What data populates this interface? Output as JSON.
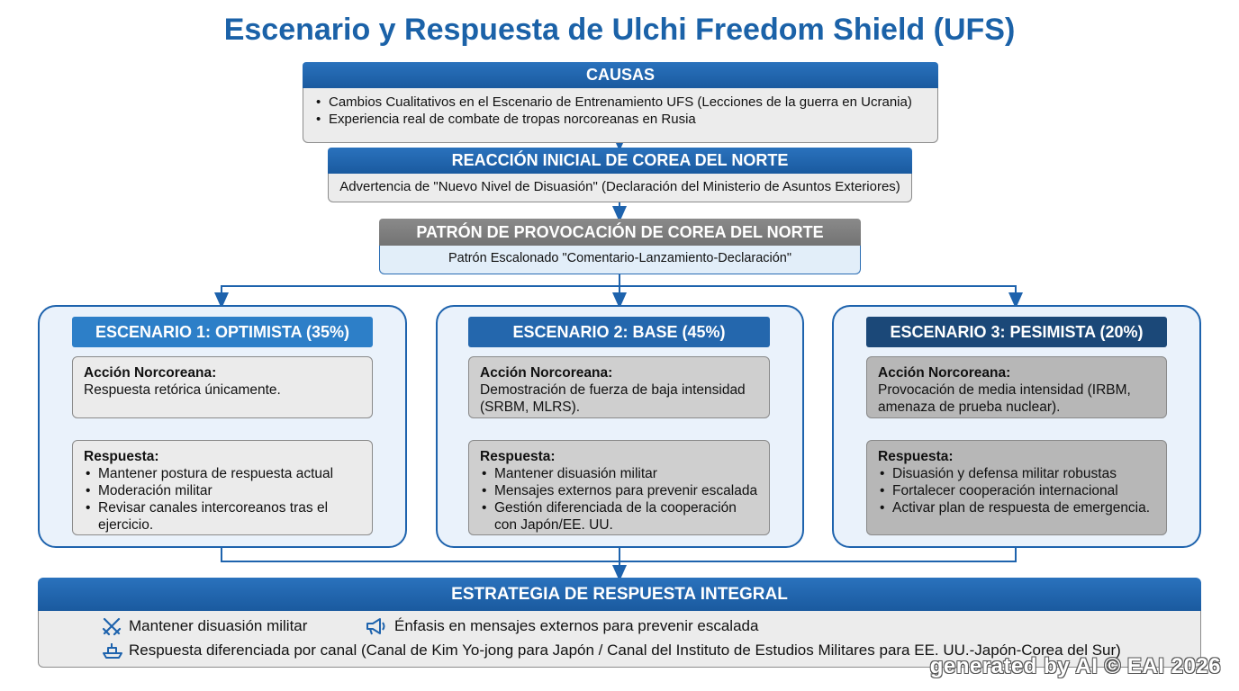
{
  "title": "Escenario y Respuesta de Ulchi Freedom Shield (UFS)",
  "causas": {
    "header": "CAUSAS",
    "items": [
      "Cambios Cualitativos en el Escenario de Entrenamiento UFS (Lecciones de la guerra en Ucrania)",
      "Experiencia real de combate de tropas norcoreanas en Rusia"
    ]
  },
  "reaccion": {
    "header": "REACCIÓN INICIAL DE COREA DEL NORTE",
    "text": "Advertencia de \"Nuevo Nivel de Disuasión\" (Declaración del Ministerio de Asuntos Exteriores)"
  },
  "patron": {
    "header": "PATRÓN DE PROVOCACIÓN DE COREA DEL NORTE",
    "text": "Patrón Escalonado \"Comentario-Lanzamiento-Declaración\""
  },
  "scenarios": [
    {
      "title": "ESCENARIO 1: OPTIMISTA (35%)",
      "action_label": "Acción Norcoreana:",
      "action_text": "Respuesta retórica únicamente.",
      "response_label": "Respuesta:",
      "responses": [
        "Mantener postura de respuesta actual",
        "Moderación militar",
        "Revisar canales intercoreanos tras el ejercicio."
      ],
      "color": "#2d7fc8"
    },
    {
      "title": "ESCENARIO 2: BASE (45%)",
      "action_label": "Acción Norcoreana:",
      "action_text": "Demostración de fuerza de baja intensidad (SRBM, MLRS).",
      "response_label": "Respuesta:",
      "responses": [
        "Mantener disuasión militar",
        "Mensajes externos para prevenir escalada",
        "Gestión diferenciada de la cooperación con Japón/EE. UU."
      ],
      "color": "#2467ad"
    },
    {
      "title": "ESCENARIO 3: PESIMISTA (20%)",
      "action_label": "Acción Norcoreana:",
      "action_text": "Provocación de media intensidad (IRBM, amenaza de prueba nuclear).",
      "response_label": "Respuesta:",
      "responses": [
        "Disuasión y defensa militar robustas",
        "Fortalecer cooperación internacional",
        "Activar plan de respuesta de emergencia."
      ],
      "color": "#1b4878"
    }
  ],
  "estrategia": {
    "header": "ESTRATEGIA DE RESPUESTA INTEGRAL",
    "items": [
      {
        "icon": "crossed-swords-icon",
        "text": "Mantener disuasión militar"
      },
      {
        "icon": "megaphone-icon",
        "text": "Énfasis en mensajes externos para prevenir escalada"
      },
      {
        "icon": "ship-icon",
        "text": "Respuesta diferenciada por canal (Canal de Kim Yo-jong para Japón / Canal del Instituto de Estudios Militares para EE. UU.-Japón-Corea del Sur)"
      }
    ]
  },
  "watermark": "generated by AI © EAI 2026",
  "colors": {
    "blue": "#1b62a8",
    "gray": "#7d7d7d",
    "line": "#1e63ad"
  }
}
